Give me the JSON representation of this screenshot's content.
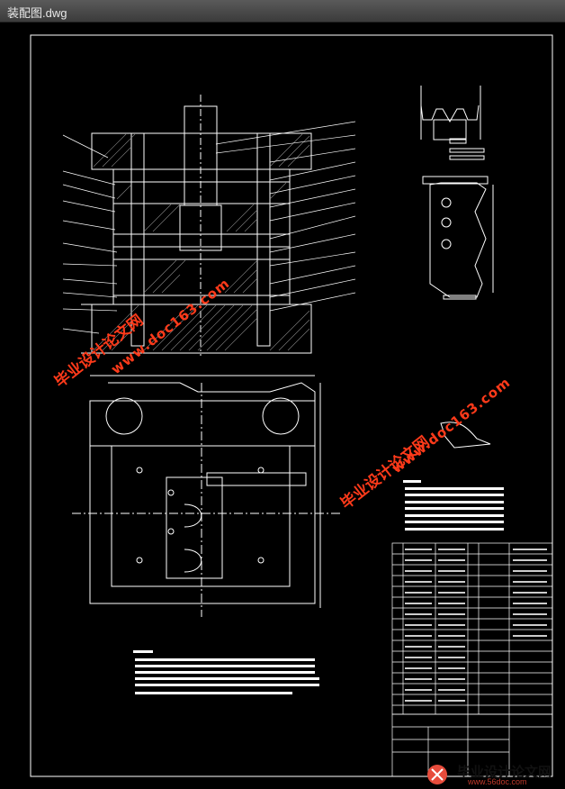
{
  "window": {
    "title": "装配图.dwg"
  },
  "watermarks": {
    "cn_text": "毕业设计论文网",
    "url_text": "www.doc163.com"
  },
  "footer": {
    "logo_text": "毕业设计论文网",
    "site": "www.56doc.com"
  },
  "colors": {
    "background": "#000000",
    "line": "#ffffff",
    "watermark": "#ff3a1a"
  }
}
